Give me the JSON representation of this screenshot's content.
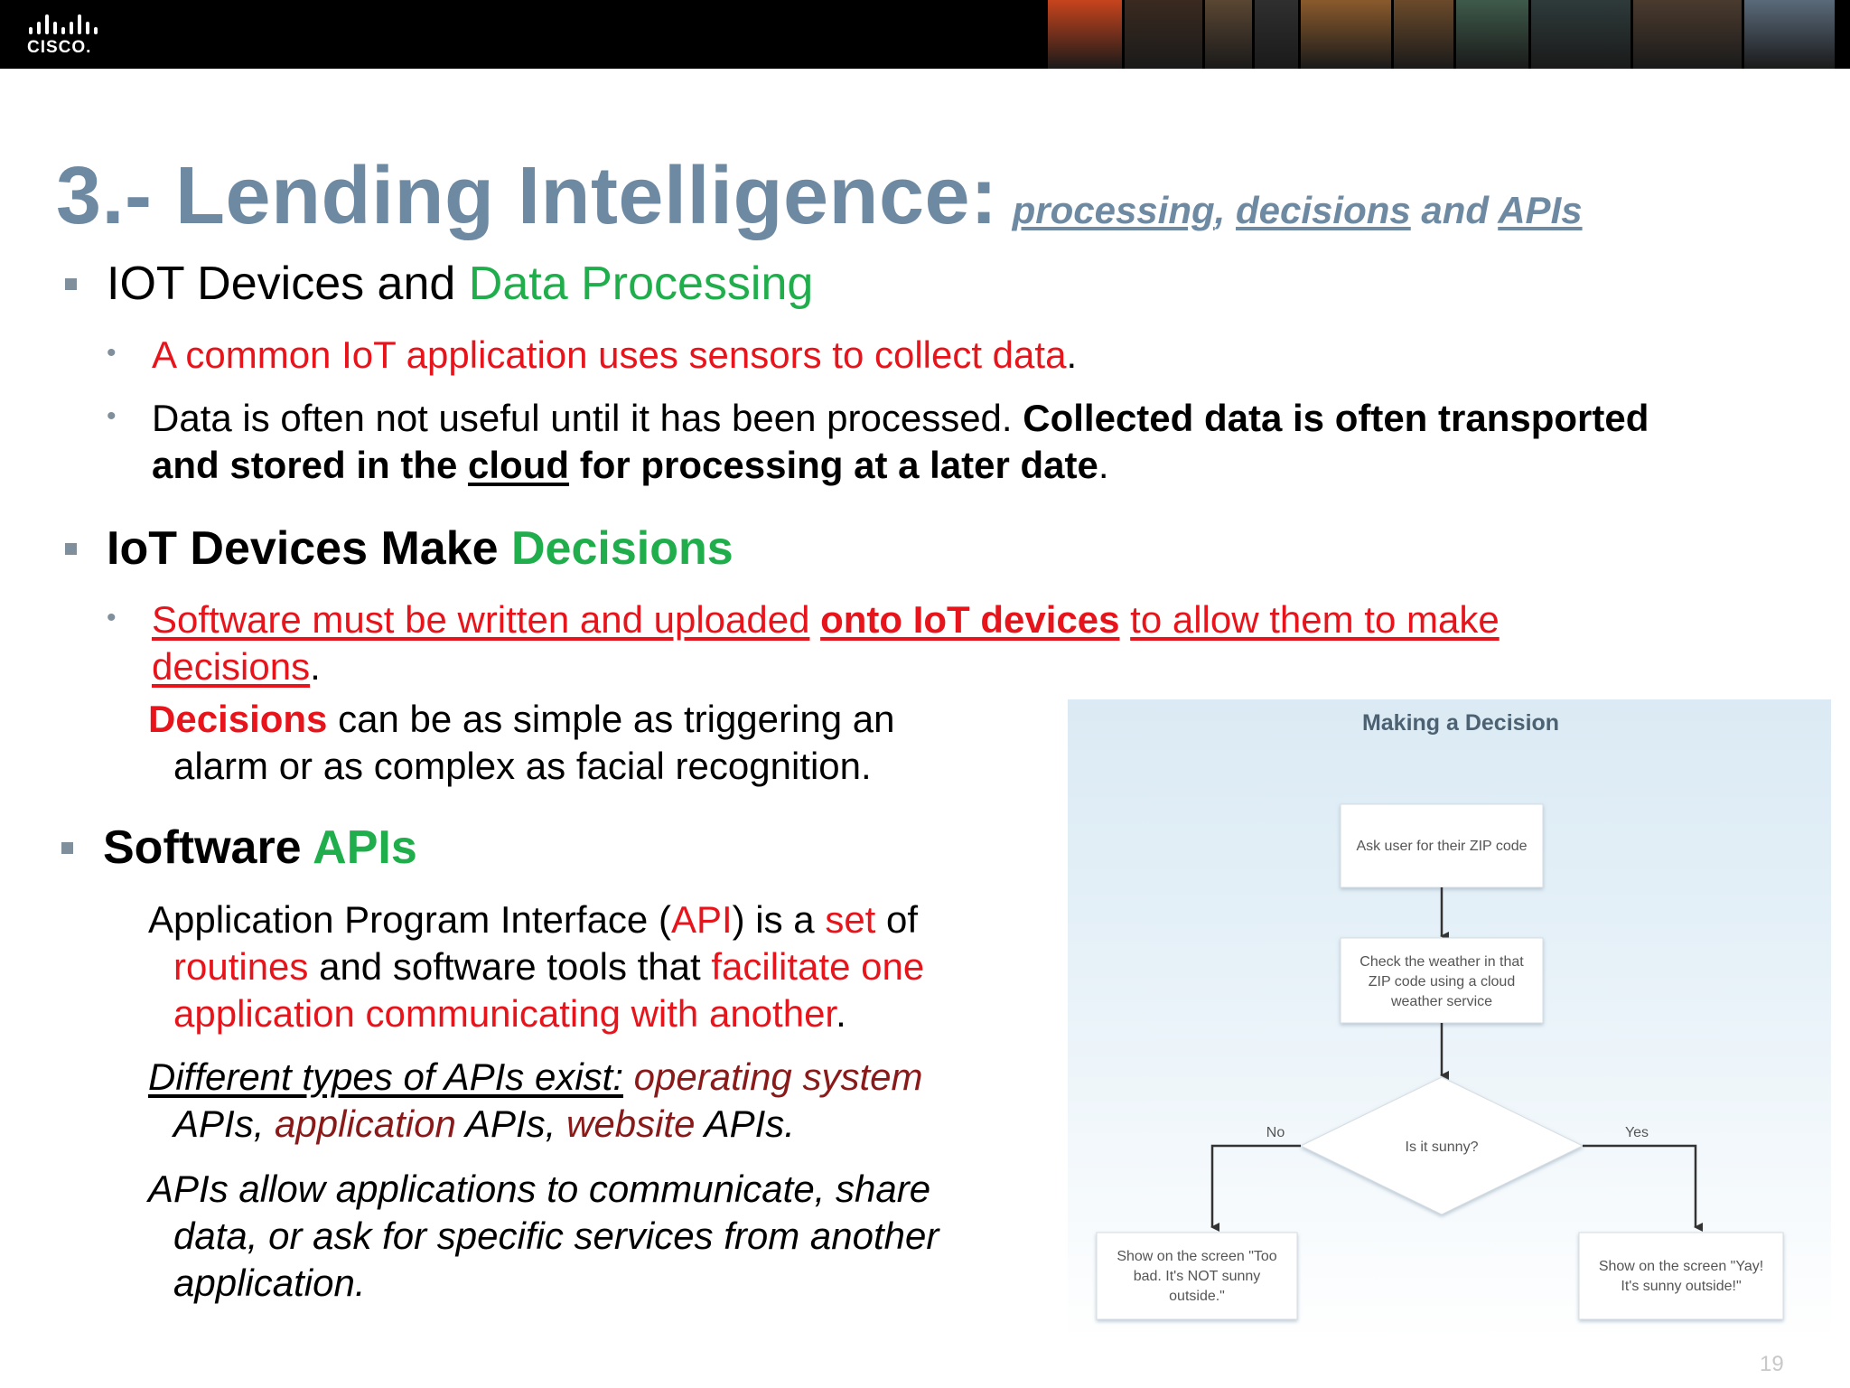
{
  "header": {
    "logo_text": "CISCO.",
    "photo_tile_colors": [
      "#c7441d",
      "#3a2a20",
      "#5a4632",
      "#2f2f2f",
      "#8a5a2c",
      "#6b4a2a",
      "#3e5a4a",
      "#2e3a3a",
      "#4a3a2e",
      "#5a6a7a"
    ]
  },
  "title": {
    "main": "3.- Lending Intelligence:",
    "sub_word1": "processing",
    "sep1": ",",
    "sub_word2": "decisions",
    "and_text": "and",
    "sub_word3": "APIs"
  },
  "section1": {
    "heading_a": "IOT Devices and",
    "heading_b": "Data Processing",
    "bullet1": "A common IoT application uses sensors to collect data",
    "bullet1_end": ".",
    "bullet2_a": "Data is often not useful until it has been processed.",
    "bullet2_b": "Collected data is often transported",
    "bullet2_c": "and stored in the",
    "bullet2_d": "cloud",
    "bullet2_e": "for processing at a later date",
    "bullet2_end": "."
  },
  "section2": {
    "heading_a": "IoT Devices Make",
    "heading_b": "Decisions",
    "bullet1_a": "Software must be written and uploaded",
    "bullet1_b": "onto IoT devices",
    "bullet1_c": "to allow them to make",
    "bullet1_d": "decisions",
    "bullet1_end": ".",
    "para_a": "Decisions",
    "para_b": "can be as simple as triggering an",
    "para_c": "alarm or as complex as facial recognition."
  },
  "section3": {
    "heading_a": "Software",
    "heading_b": "APIs",
    "p1_a": "Application Program Interface (",
    "p1_b": "API",
    "p1_c": ") is a",
    "p1_d": "set",
    "p1_e": "of",
    "p1_f": "routines",
    "p1_g": "and software tools that",
    "p1_h": "facilitate one",
    "p1_i": "application communicating with another",
    "p1_end": ".",
    "p2_a": "Different types of APIs exist:",
    "p2_b": "operating system",
    "p2_c": "APIs,",
    "p2_d": "application",
    "p2_e": "APIs,",
    "p2_f": "website",
    "p2_g": "APIs",
    "p2_end": ".",
    "p3_line1": "APIs allow applications to communicate, share",
    "p3_line2": "data, or ask for specific services from another",
    "p3_line3": "application."
  },
  "flowchart": {
    "title": "Making a Decision",
    "step1": "Ask user for their ZIP code",
    "step2_line1": "Check the weather in that",
    "step2_line2": "ZIP code using a cloud",
    "step2_line3": "weather service",
    "decision": "Is it sunny?",
    "no_label": "No",
    "yes_label": "Yes",
    "no_line1": "Show on the screen \"Too",
    "no_line2": "bad. It's NOT sunny",
    "no_line3": "outside.\"",
    "yes_line1": "Show on the screen \"Yay!",
    "yes_line2": "It's sunny outside!\""
  },
  "page_number": "19"
}
